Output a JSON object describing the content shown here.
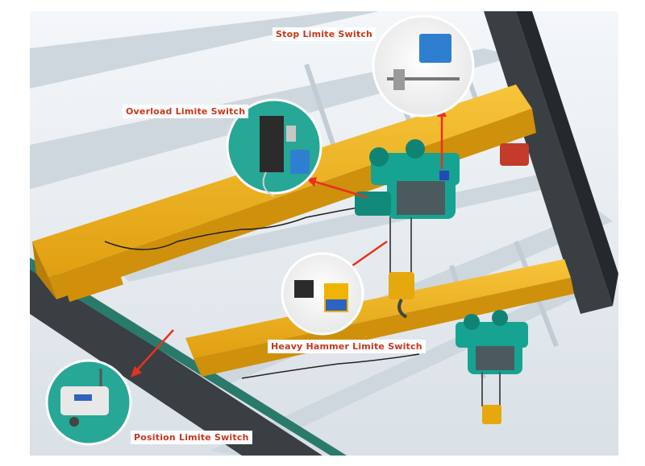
{
  "annotations": {
    "stop_switch": "Stop Limite Switch",
    "overload_switch": "Overload Limite Switch",
    "hammer_switch": "Heavy Hammer Limite Switch",
    "position_switch": "Position Limite Switch"
  },
  "colors": {
    "girder": "#f2b21b",
    "girder_shade": "#d99a0c",
    "hoist": "#17a391",
    "motor_red": "#c43b2b",
    "arrow": "#e8321e",
    "ceiling": "#e9eef2",
    "rail": "#3a3f44"
  }
}
